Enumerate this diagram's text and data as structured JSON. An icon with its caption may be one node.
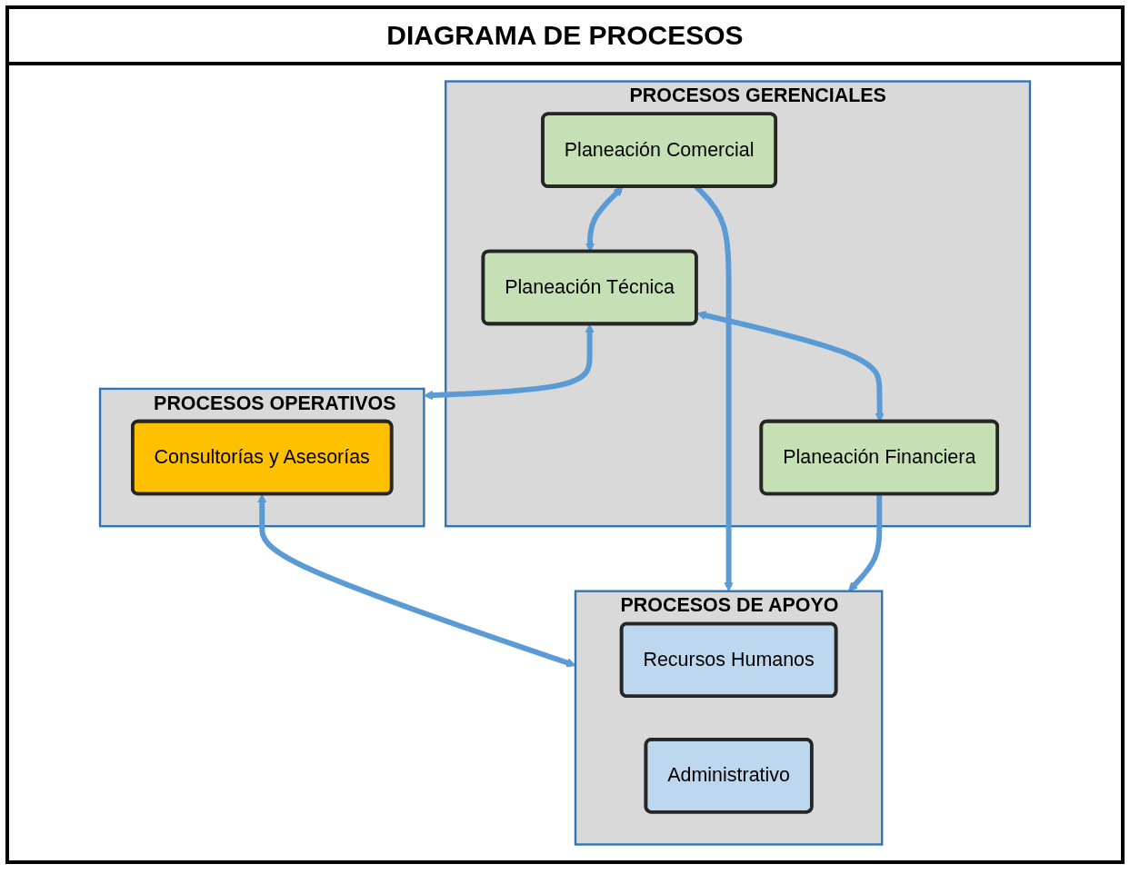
{
  "diagram": {
    "title": "DIAGRAMA DE PROCESOS",
    "nodes": [
      {
        "text": [
          "PROCESOS GERENCIALES"
        ]
      },
      {
        "text": [
          "Planeación Comercial"
        ],
        "in": 0
      },
      {
        "text": [
          "Planeación Técnica"
        ],
        "in": 0
      },
      {
        "text": [
          "Planeación Financiera"
        ],
        "in": 0
      },
      {
        "text": [
          "PROCESOS OPERATIVOS"
        ]
      },
      {
        "text": [
          "Consultorías y Asesorías"
        ],
        "in": 4
      },
      {
        "text": [
          "PROCESOS DE APOYO"
        ]
      },
      {
        "text": [
          "Recursos Humanos"
        ],
        "in": 6
      },
      {
        "text": [
          "Administrativo"
        ],
        "in": 6
      }
    ],
    "edges": [
      {
        "from": 1,
        "to": 2,
        "arrow": "both"
      },
      {
        "from": 2,
        "to": 3,
        "arrow": "both"
      },
      {
        "from": 2,
        "to": 4,
        "arrow": "both"
      },
      {
        "from": 5,
        "to": 6,
        "arrow": "both"
      },
      {
        "from": 1,
        "to": 6,
        "arrow": "to"
      },
      {
        "from": 3,
        "to": 6,
        "arrow": "to"
      }
    ]
  }
}
